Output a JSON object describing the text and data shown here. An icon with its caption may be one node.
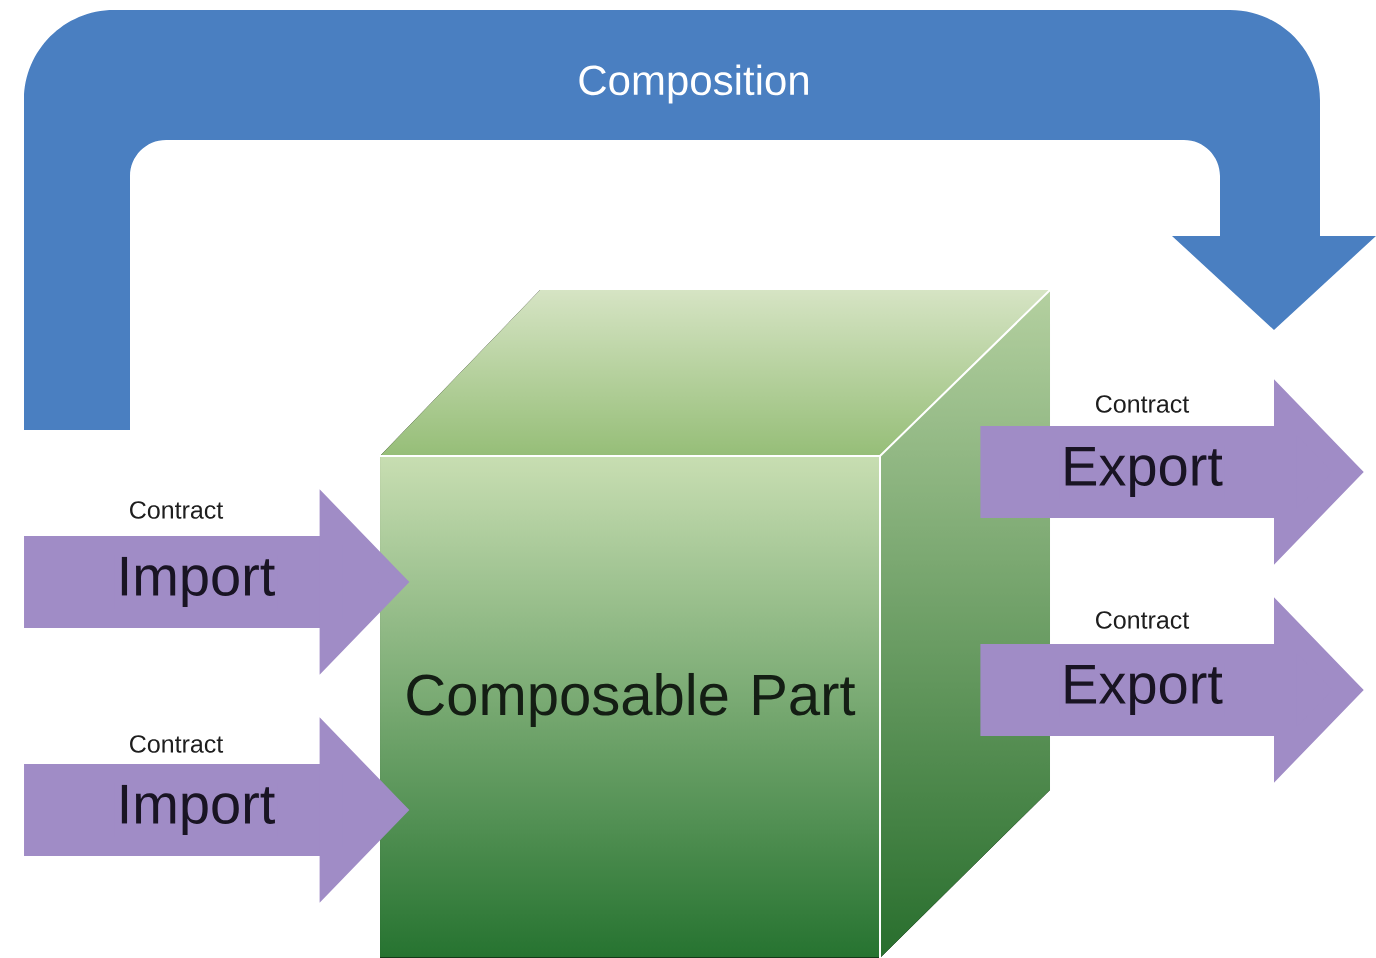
{
  "diagram": {
    "nodes": [
      {
        "text": [
          "Composition"
        ]
      },
      {
        "text": [
          "Composable Part"
        ]
      }
    ],
    "edges": [
      {
        "from": null,
        "to": 1,
        "arrow": "to",
        "label": "Import"
      },
      {
        "from": null,
        "to": 1,
        "arrow": "to",
        "label": "Import"
      },
      {
        "from": 1,
        "to": null,
        "arrow": "to",
        "label": "Export"
      },
      {
        "from": 1,
        "to": null,
        "arrow": "to",
        "label": "Export"
      }
    ],
    "labels": [
      "Contract",
      "Contract",
      "Contract",
      "Contract"
    ]
  }
}
